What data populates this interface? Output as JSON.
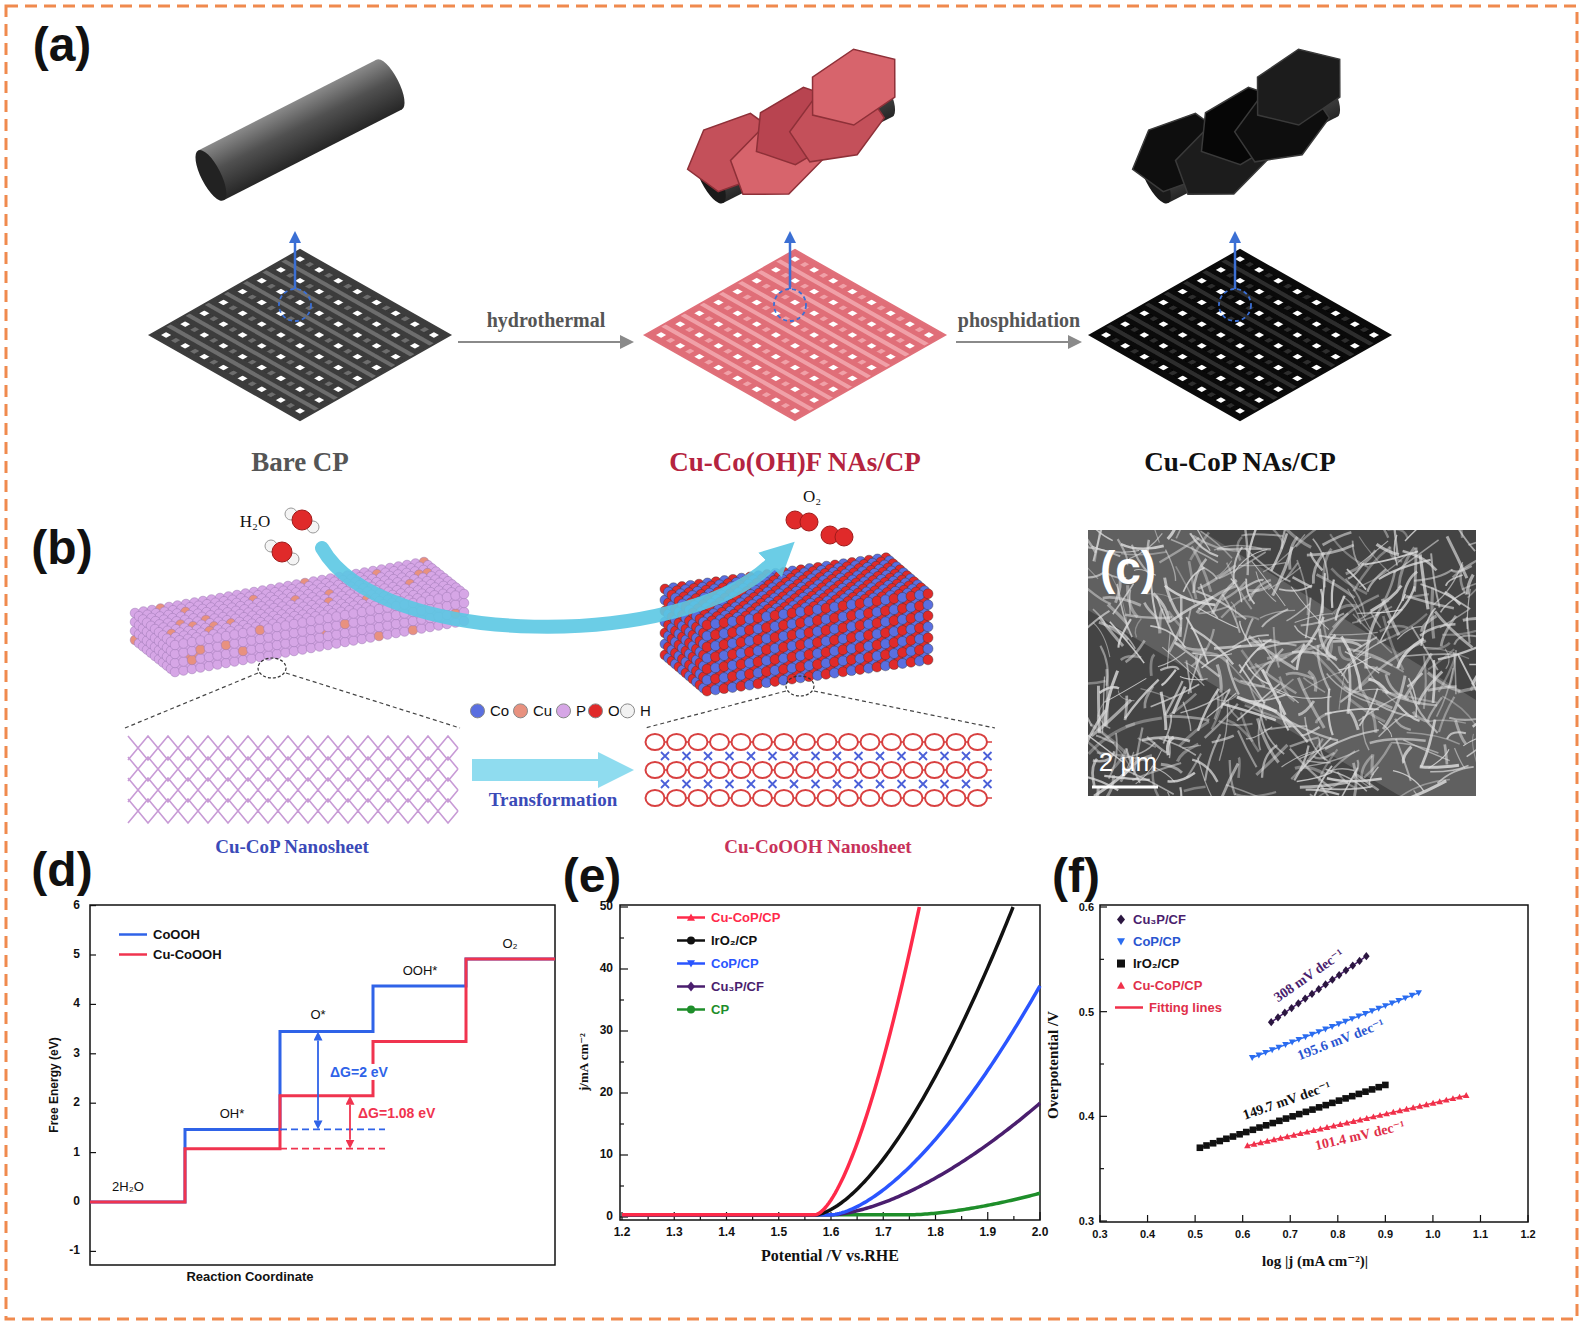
{
  "diagram": {
    "nodes": [
      {
        "text": [
          "Bare CP"
        ]
      },
      {
        "text": [
          "Cu-Co(OH)F NAs/CP"
        ]
      },
      {
        "text": [
          "Cu-CoP NAs/CP"
        ]
      },
      {
        "text": [
          "Cu-CoP Nanosheet"
        ]
      },
      {
        "text": [
          "Cu-CoOOH Nanosheet"
        ]
      }
    ],
    "edges": [
      {
        "from": 0,
        "to": 1,
        "label": "hydrothermal",
        "arrow": "to"
      },
      {
        "from": 1,
        "to": 2,
        "label": "phosphidation",
        "arrow": "to"
      },
      {
        "from": 3,
        "to": 4,
        "label": "Transformation",
        "arrow": "to"
      }
    ],
    "labels": [
      "(a)",
      "(b)",
      "(c)",
      "2 μm",
      "H₂O",
      "O₂",
      "(d)",
      "(e)",
      "(f)",
      "6",
      "5",
      "4",
      "3",
      "2",
      "1",
      "0",
      "-1",
      "Free Energy (eV)",
      "Reaction Coordinate",
      "2H₂O",
      "OH*",
      "O*",
      "OOH*",
      "O₂",
      "ΔG=2 eV",
      "ΔG=1.08 eV",
      "1.2",
      "1.3",
      "1.4",
      "1.5",
      "1.6",
      "1.7",
      "1.8",
      "1.9",
      "2.0",
      "0",
      "10",
      "20",
      "30",
      "40",
      "50",
      "Potential /V vs.RHE",
      "j/mA cm⁻²",
      "0.6",
      "0.5",
      "0.4",
      "0.3",
      "0.3",
      "0.4",
      "0.5",
      "0.6",
      "0.7",
      "0.8",
      "0.9",
      "1.0",
      "1.1",
      "1.2",
      "Overpotential /V",
      "log |j (mA cm⁻²)|",
      "308 mV dec⁻¹",
      "195.6 mV dec⁻¹",
      "149.7 mV dec⁻¹",
      "101.4 mV dec⁻¹"
    ],
    "legend": [
      {
        "text": "Co",
        "color": "#5a6fe0"
      },
      {
        "text": "Cu",
        "color": "#e8917f"
      },
      {
        "text": "P",
        "color": "#d6a6e6"
      },
      {
        "text": "O",
        "color": "#e02a2a"
      },
      {
        "text": "H",
        "color": "#f2f2f2"
      },
      {
        "text": "CoOOH"
      },
      {
        "text": "Cu-CoOOH"
      },
      {
        "text": "Cu-CoP/CP"
      },
      {
        "text": "IrO₂/CP"
      },
      {
        "text": "CoP/CP"
      },
      {
        "text": "Cu₃P/CF"
      },
      {
        "text": "CP"
      },
      {
        "text": "Cu₃P/CF"
      },
      {
        "text": "CoP/CP"
      },
      {
        "text": "IrO₂/CP"
      },
      {
        "text": "Cu-CoP/CP"
      },
      {
        "text": "Fitting lines"
      }
    ]
  }
}
